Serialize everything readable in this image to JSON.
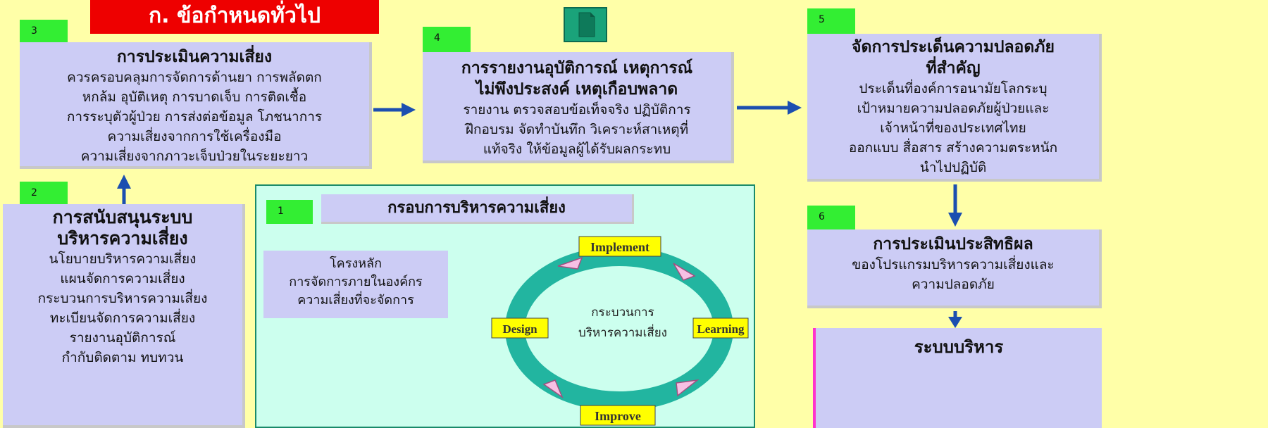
{
  "header_title": "ก. ข้อกำหนดทั่วไป",
  "box3": {
    "num": "3",
    "title": "การประเมินความเสี่ยง",
    "lines": [
      "ควรครอบคลุมการจัดการด้านยา การพลัดตก",
      "หกล้ม อุบัติเหตุ การบาดเจ็บ การติดเชื้อ",
      "การระบุตัวผู้ป่วย การส่งต่อข้อมูล โภชนาการ",
      "ความเสี่ยงจากการใช้เครื่องมือ",
      "ความเสี่ยงจากภาวะเจ็บป่วยในระยะยาว"
    ]
  },
  "box4": {
    "num": "4",
    "title_lines": [
      "การรายงานอุบัติการณ์ เหตุการณ์",
      "ไม่พึงประสงค์ เหตุเกือบพลาด"
    ],
    "lines": [
      "รายงาน ตรวจสอบข้อเท็จจริง ปฏิบัติการ",
      "ฝึกอบรม จัดทำบันทึก วิเคราะห์สาเหตุที่",
      "แท้จริง ให้ข้อมูลผู้ได้รับผลกระทบ"
    ]
  },
  "box5": {
    "num": "5",
    "title_lines": [
      "จัดการประเด็นความปลอดภัย",
      "ที่สำคัญ"
    ],
    "lines": [
      "ประเด็นที่องค์การอนามัยโลกระบุ",
      "เป้าหมายความปลอดภัยผู้ป่วยและ",
      "เจ้าหน้าที่ของประเทศไทย",
      "ออกแบบ สื่อสาร สร้างความตระหนัก",
      "นำไปปฏิบัติ"
    ]
  },
  "box2": {
    "num": "2",
    "title_lines": [
      "การสนับสนุนระบบ",
      "บริหารความเสี่ยง"
    ],
    "lines": [
      "นโยบายบริหารความเสี่ยง",
      "แผนจัดการความเสี่ยง",
      "กระบวนการบริหารความเสี่ยง",
      "ทะเบียนจัดการความเสี่ยง",
      "รายงานอุบัติการณ์",
      "กำกับติดตาม ทบทวน"
    ]
  },
  "box1": {
    "num": "1",
    "title": "กรอบการบริหารความเสี่ยง",
    "structure_lines": [
      "โครงหลัก",
      "การจัดการภายในองค์กร",
      "ความเสี่ยงที่จะจัดการ"
    ],
    "cycle_center_lines": [
      "กระบวนการ",
      "บริหารความเสี่ยง"
    ],
    "cycle": {
      "top": "Implement",
      "right": "Learning",
      "bottom": "Improve",
      "left": "Design"
    }
  },
  "box6": {
    "num": "6",
    "title": "การประเมินประสิทธิผล",
    "lines": [
      "ของโปรแกรมบริหารความเสี่ยงและ",
      "ความปลอดภัย"
    ]
  },
  "bottom_box": {
    "title": "ระบบบริหาร"
  },
  "colors": {
    "background": "#ffffa8",
    "box": "#ccccf5",
    "number_tag": "#33ee33",
    "header": "#ee0000",
    "arrow": "#1c4fb0",
    "framework_bg": "#ccffee",
    "cycle_ring": "#22b5a0",
    "cycle_label": "#ffff00"
  },
  "icons": {
    "document": "document-icon"
  }
}
